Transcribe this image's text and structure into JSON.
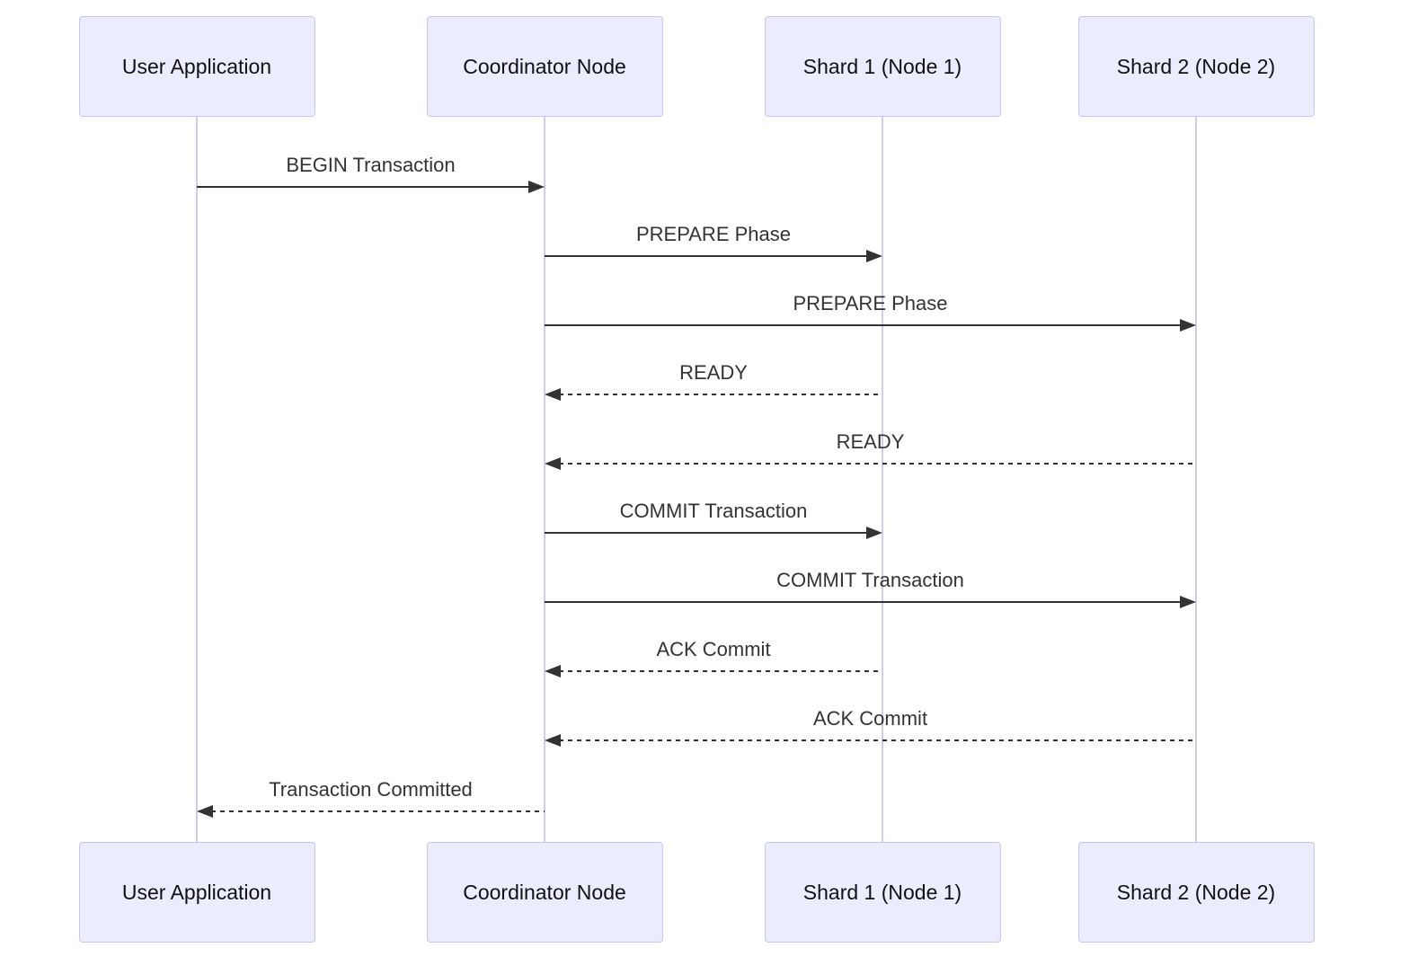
{
  "diagram": {
    "type": "sequence-diagram",
    "actors": [
      {
        "id": "user-application",
        "label": "User Application"
      },
      {
        "id": "coordinator-node",
        "label": "Coordinator Node"
      },
      {
        "id": "shard-1",
        "label": "Shard 1 (Node 1)"
      },
      {
        "id": "shard-2",
        "label": "Shard 2 (Node 2)"
      }
    ],
    "messages": [
      {
        "from": "user-application",
        "to": "coordinator-node",
        "label": "BEGIN Transaction",
        "line": "solid"
      },
      {
        "from": "coordinator-node",
        "to": "shard-1",
        "label": "PREPARE Phase",
        "line": "solid"
      },
      {
        "from": "coordinator-node",
        "to": "shard-2",
        "label": "PREPARE Phase",
        "line": "solid"
      },
      {
        "from": "shard-1",
        "to": "coordinator-node",
        "label": "READY",
        "line": "dashed"
      },
      {
        "from": "shard-2",
        "to": "coordinator-node",
        "label": "READY",
        "line": "dashed"
      },
      {
        "from": "coordinator-node",
        "to": "shard-1",
        "label": "COMMIT Transaction",
        "line": "solid"
      },
      {
        "from": "coordinator-node",
        "to": "shard-2",
        "label": "COMMIT Transaction",
        "line": "solid"
      },
      {
        "from": "shard-1",
        "to": "coordinator-node",
        "label": "ACK Commit",
        "line": "dashed"
      },
      {
        "from": "shard-2",
        "to": "coordinator-node",
        "label": "ACK Commit",
        "line": "dashed"
      },
      {
        "from": "coordinator-node",
        "to": "user-application",
        "label": "Transaction Committed",
        "line": "dashed"
      }
    ],
    "colors": {
      "actor_fill": "#ECECFF",
      "actor_border": "#CCC3F0",
      "lifeline": "#D2CBE9",
      "message": "#333333",
      "background": "#FFFFFF"
    }
  }
}
